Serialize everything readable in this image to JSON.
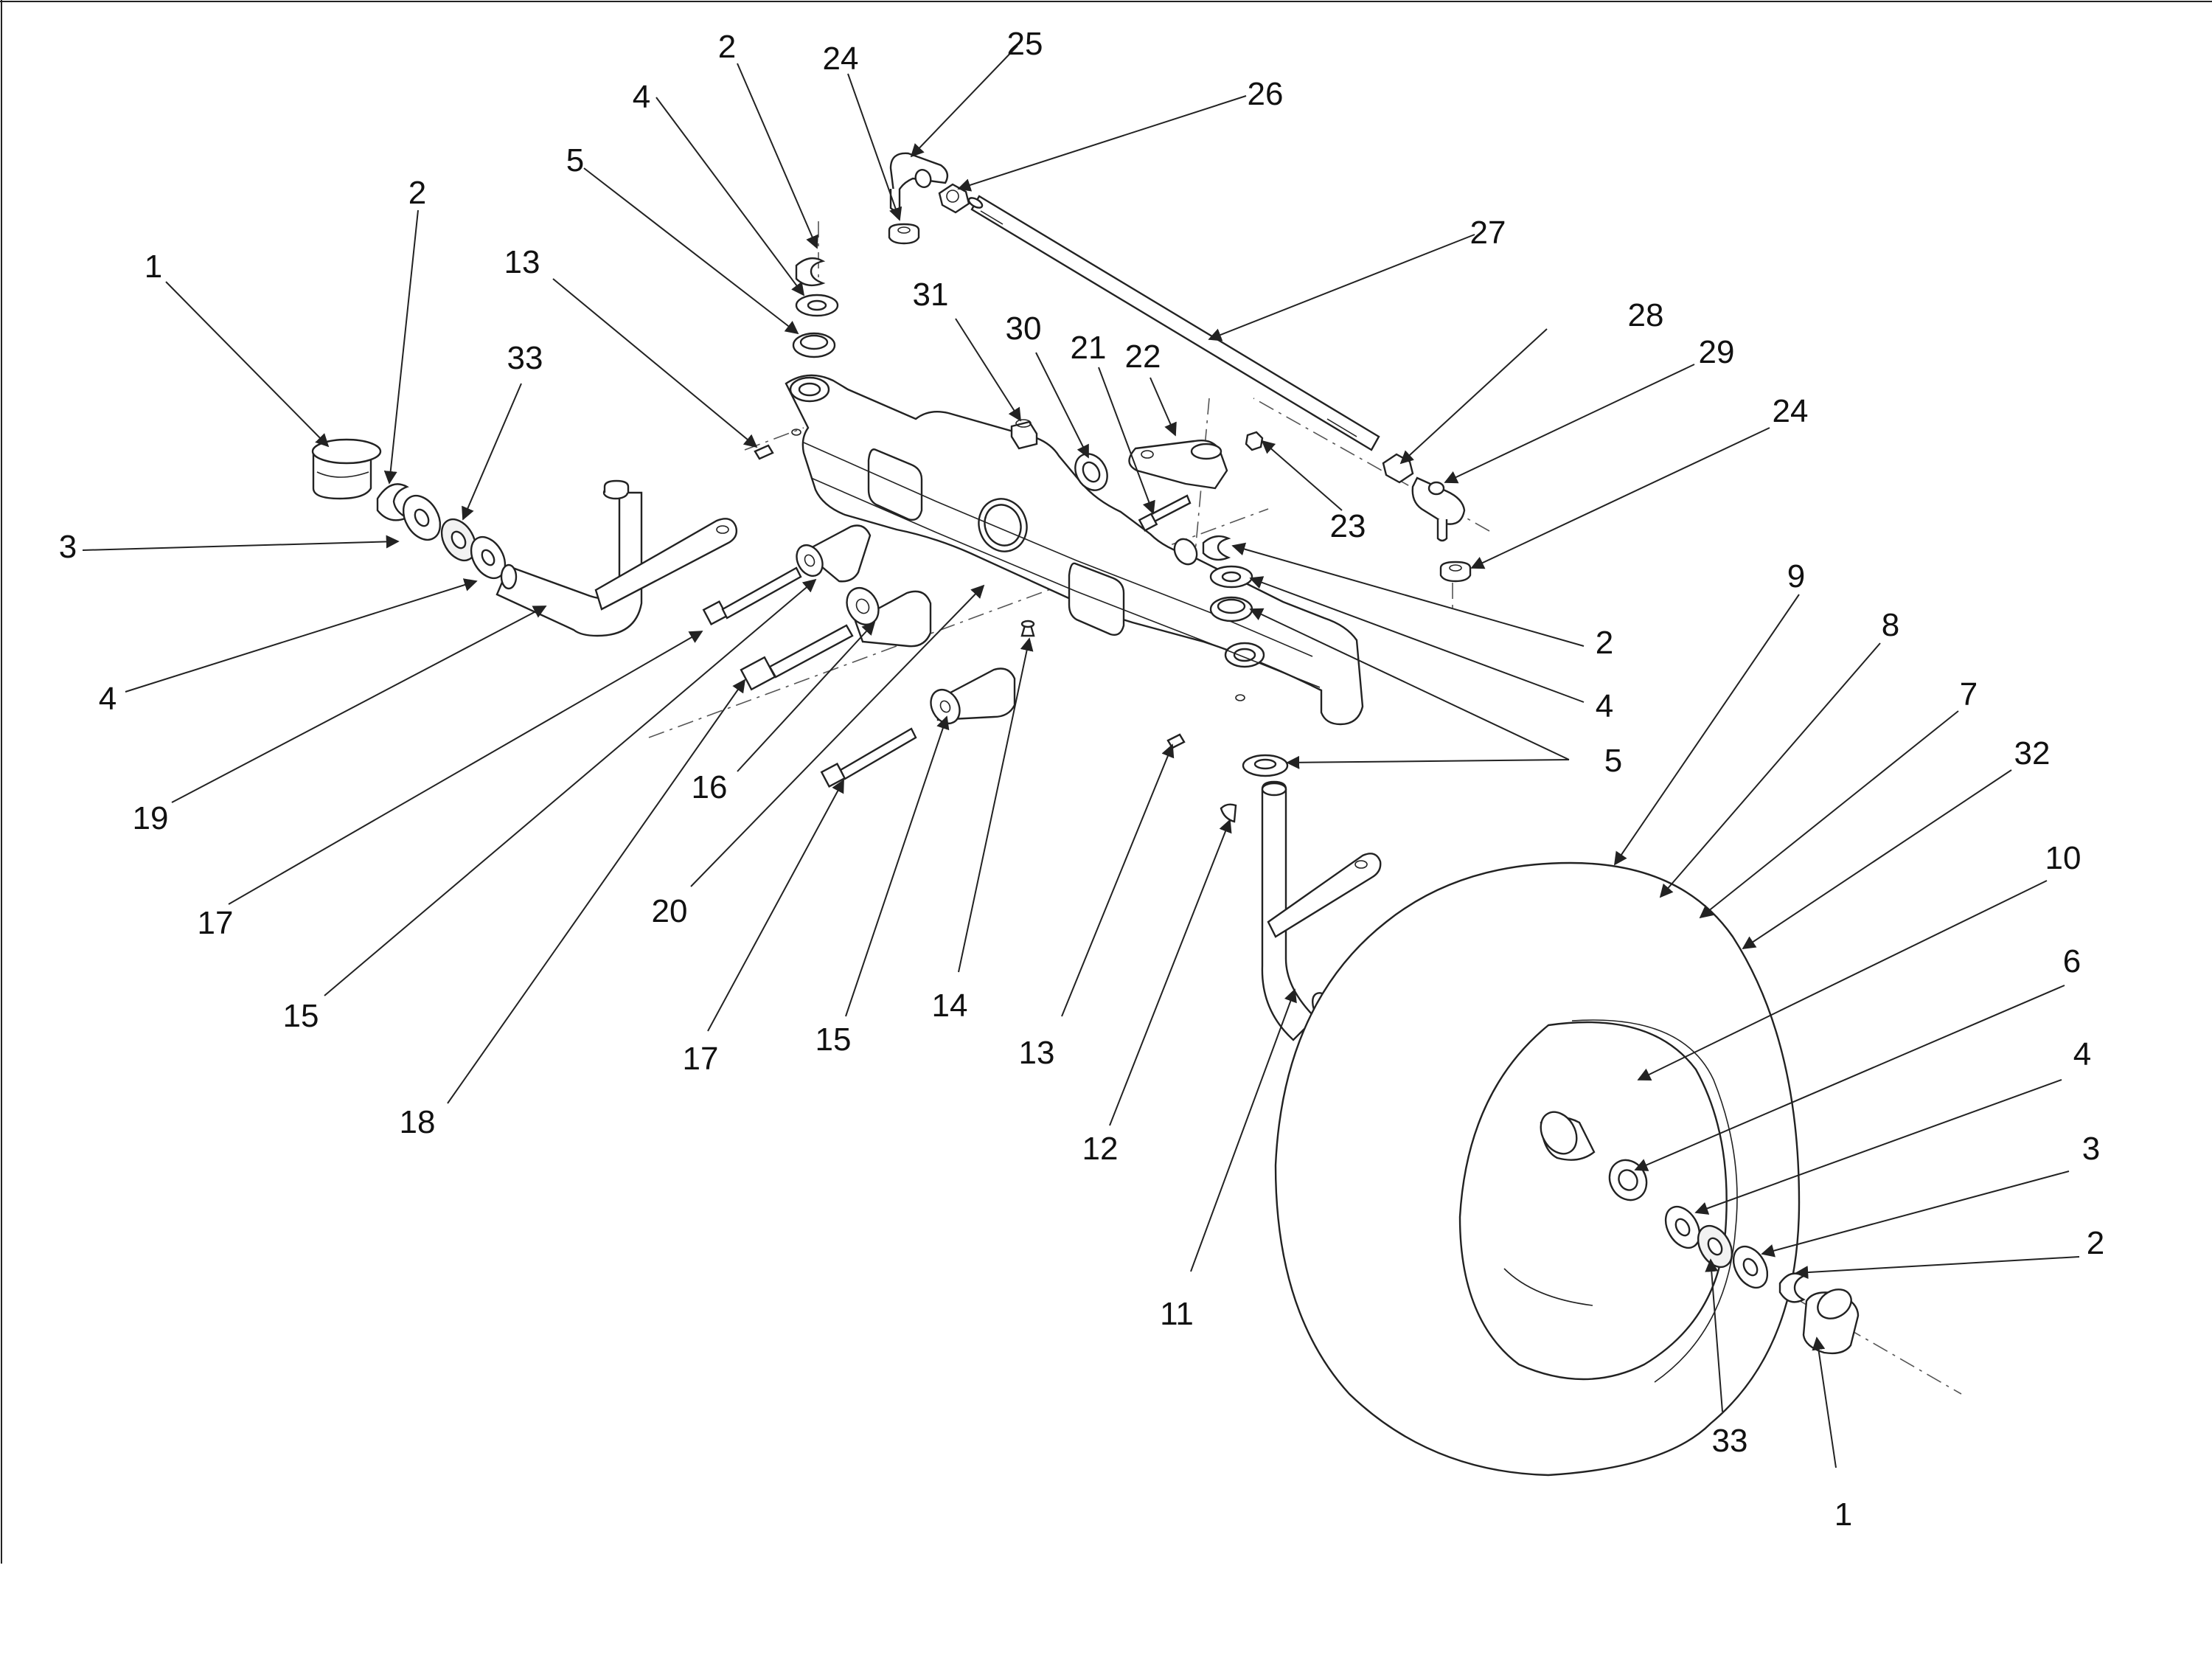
{
  "diagram": {
    "callouts": [
      "1",
      "2",
      "3",
      "4",
      "5",
      "6",
      "7",
      "8",
      "9",
      "10",
      "11",
      "12",
      "13",
      "14",
      "15",
      "16",
      "17",
      "18",
      "19",
      "20",
      "21",
      "22",
      "23",
      "24",
      "25",
      "26",
      "27",
      "28",
      "29",
      "30",
      "31",
      "32",
      "33"
    ],
    "arrow_color": "#222222",
    "line_color": "#222222"
  }
}
